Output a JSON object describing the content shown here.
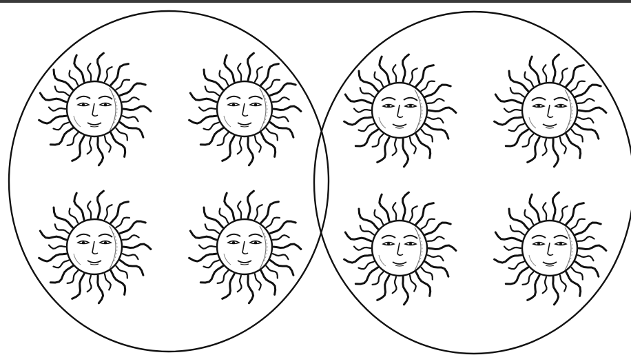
{
  "diagram": {
    "type": "grouping-illustration",
    "groups": [
      {
        "item_icon": "sun-face-icon",
        "item_count": 4
      },
      {
        "item_icon": "sun-face-icon",
        "item_count": 4
      }
    ],
    "colors": {
      "line": "#111111",
      "background": "#ffffff",
      "frame": "#3a3a3a"
    }
  }
}
